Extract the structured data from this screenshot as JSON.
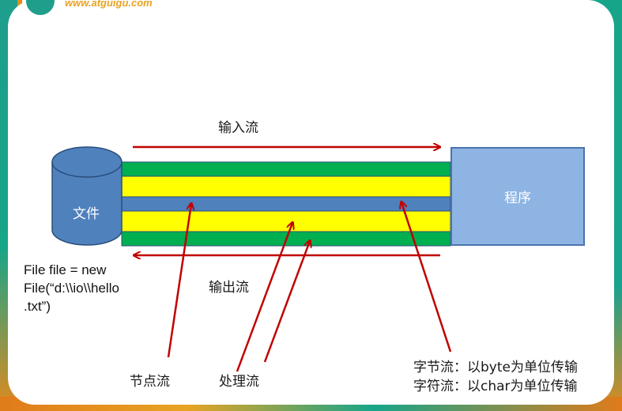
{
  "logo": {
    "text": "www.atguigu.com"
  },
  "file_label": "文件",
  "program_label": "程序",
  "input_stream_label": "输入流",
  "output_stream_label": "输出流",
  "code_lines": [
    "File file = new",
    "File(“d:\\\\io\\\\hello",
    ".txt”)"
  ],
  "node_stream_label": "节点流",
  "processing_stream_label": "处理流",
  "notes": [
    "字节流：以byte为单位传输",
    "字符流：以char为单位传输"
  ],
  "colors": {
    "arrow": "#c00000",
    "pipe_green": "#00b050",
    "pipe_yellow": "#ffff00",
    "pipe_blue": "#4f81bd",
    "cylinder": "#4f81bd",
    "program_box": "#8eb4e3"
  }
}
